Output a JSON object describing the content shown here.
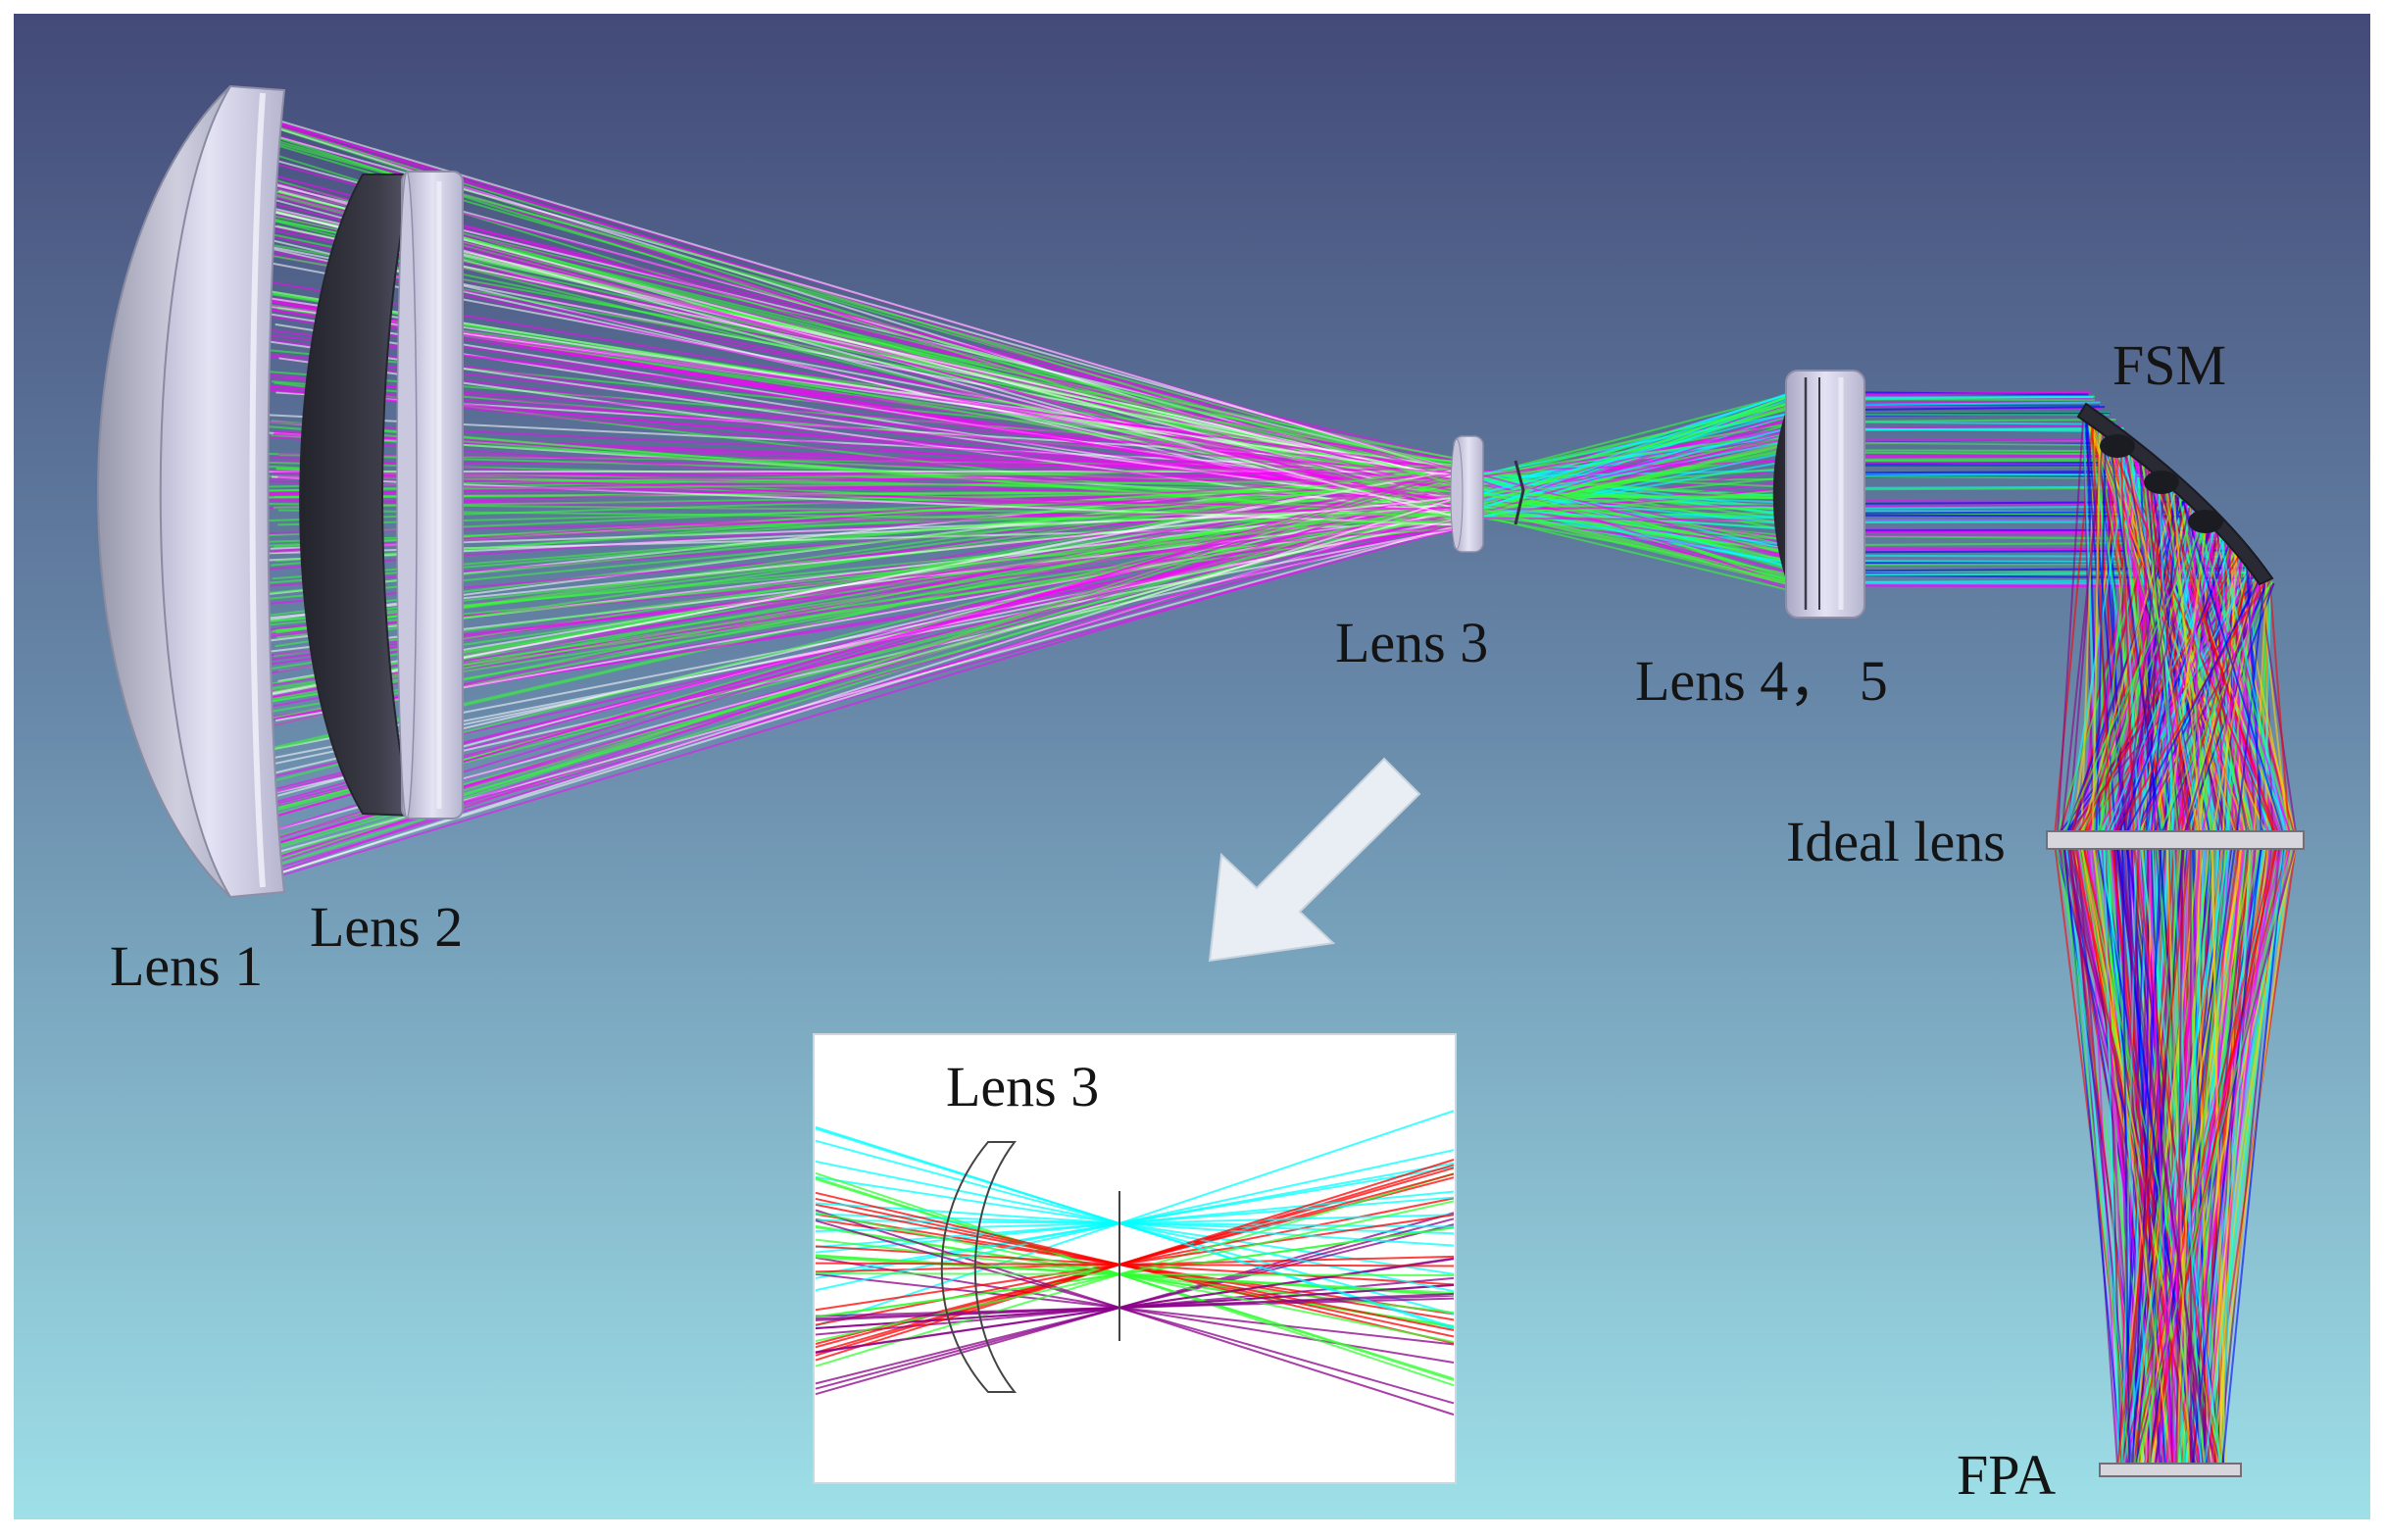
{
  "labels": {
    "lens1": "Lens 1",
    "lens2": "Lens 2",
    "lens3": "Lens 3",
    "lens45": "Lens 4， 5",
    "fsm": "FSM",
    "ideal_lens": "Ideal lens",
    "fpa": "FPA",
    "inset_lens3": "Lens 3"
  },
  "colors": {
    "background_top": "#434a78",
    "background_bottom": "#9ee0e8",
    "lens_body": "#d4d3e8",
    "lens_dark": "#34343f",
    "arrow_fill": "#e8eef4",
    "ray_colors": [
      "#ff00ff",
      "#33ff33",
      "#00ffff",
      "#ff0000",
      "#0000ff",
      "#8b008b",
      "#ffd000"
    ]
  },
  "icons": {
    "pointer": "zoom-arrow-icon"
  }
}
